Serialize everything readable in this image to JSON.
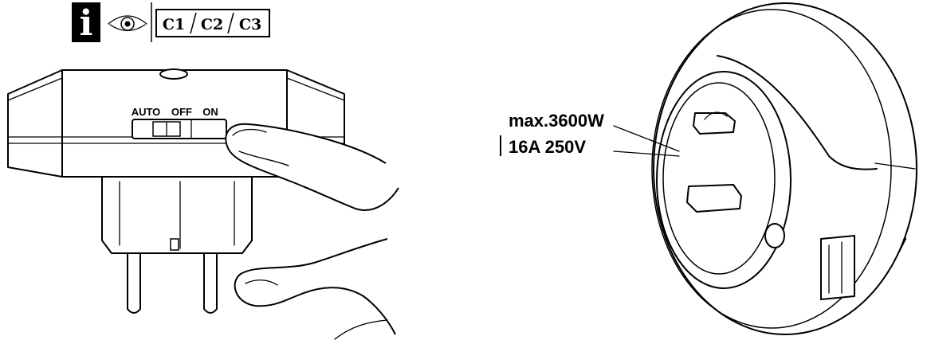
{
  "header": {
    "info_letter": "i",
    "channels": [
      "C1",
      "C2",
      "C3"
    ]
  },
  "switch": {
    "labels": [
      "AUTO",
      "OFF",
      "ON"
    ]
  },
  "rating": {
    "power": "max.3600W",
    "current_voltage": "16A  250V"
  }
}
